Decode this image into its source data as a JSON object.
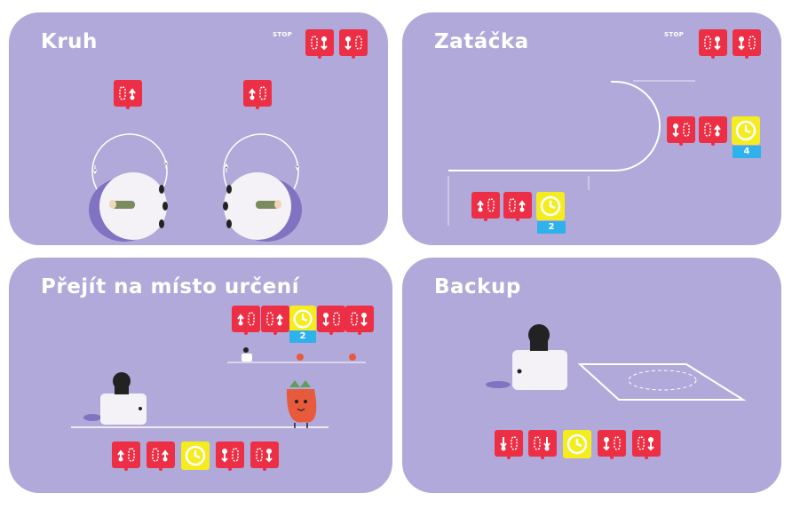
{
  "panels": [
    {
      "title": "Kruh",
      "stop_label": "STOP"
    },
    {
      "title": "Zatáčka",
      "stop_label": "STOP",
      "timer_values": [
        "4",
        "2"
      ]
    },
    {
      "title": "Přejít na místo určení",
      "timer_values": [
        "2"
      ]
    },
    {
      "title": "Backup"
    }
  ],
  "colors": {
    "panel": "#b1a9d9",
    "block_red": "#ec2f45",
    "block_yellow": "#f5ec20",
    "number_blue": "#2fb1ec",
    "robot_white": "#f4f2f7",
    "robot_shadow": "#8173c2"
  },
  "icons": [
    "forward-arrow-icon",
    "turn-arrow-icon",
    "backward-arrow-icon",
    "timer-icon",
    "robot",
    "strawberry"
  ]
}
